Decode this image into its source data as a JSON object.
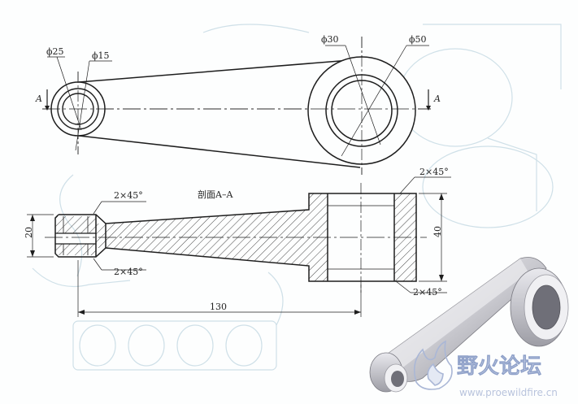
{
  "top_view": {
    "dia_25": "ϕ25",
    "dia_15": "ϕ15",
    "dia_30": "ϕ30",
    "dia_50": "ϕ50",
    "section_mark_left": "A",
    "section_mark_right": "A"
  },
  "section_view": {
    "title": "剖面A–A",
    "chamfer_top_left": "2×45°",
    "chamfer_bottom_left": "2×45°",
    "chamfer_top_right": "2×45°",
    "chamfer_bottom_right": "2×45°",
    "height_left": "20",
    "height_right": "40",
    "length_overall": "130"
  },
  "watermark": {
    "chinese": "野火论坛",
    "url": "www.proewildfire.cn"
  },
  "colors": {
    "line": "#1e1e1e",
    "ghost_line": "#cfe0e8",
    "watermark_fill": "#d6def0"
  }
}
